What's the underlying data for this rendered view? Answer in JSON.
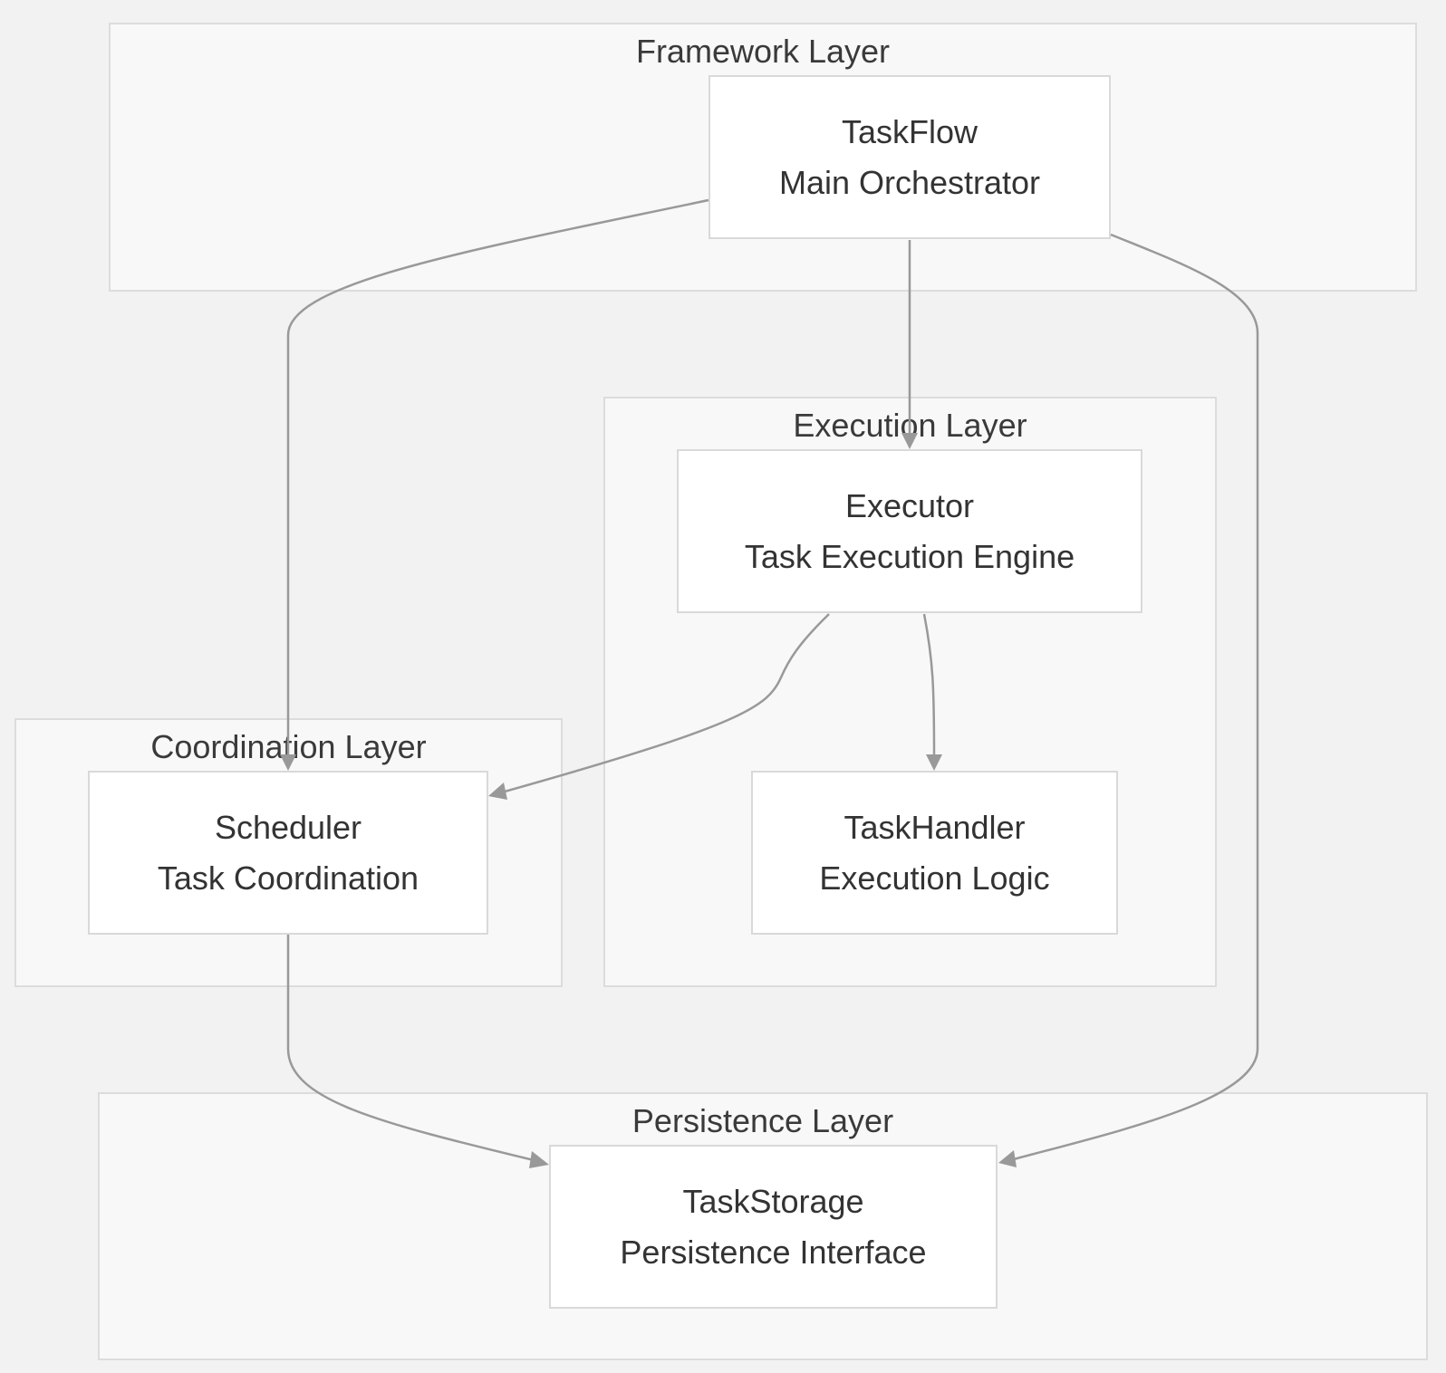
{
  "groups": {
    "framework": {
      "title": "Framework Layer"
    },
    "execution": {
      "title": "Execution Layer"
    },
    "coordination": {
      "title": "Coordination Layer"
    },
    "persistence": {
      "title": "Persistence Layer"
    }
  },
  "nodes": {
    "taskflow": {
      "name": "TaskFlow",
      "description": "Main Orchestrator"
    },
    "executor": {
      "name": "Executor",
      "description": "Task Execution Engine"
    },
    "taskhandler": {
      "name": "TaskHandler",
      "description": "Execution Logic"
    },
    "scheduler": {
      "name": "Scheduler",
      "description": "Task Coordination"
    },
    "taskstorage": {
      "name": "TaskStorage",
      "description": "Persistence Interface"
    }
  },
  "edges": [
    {
      "from": "TaskFlow",
      "to": "Executor"
    },
    {
      "from": "TaskFlow",
      "to": "Scheduler"
    },
    {
      "from": "TaskFlow",
      "to": "TaskStorage"
    },
    {
      "from": "Executor",
      "to": "TaskHandler"
    },
    {
      "from": "Executor",
      "to": "Scheduler"
    },
    {
      "from": "Scheduler",
      "to": "TaskStorage"
    }
  ],
  "colors": {
    "background": "#f2f2f2",
    "group_fill": "#f8f8f8",
    "group_border": "#dcdcdc",
    "node_fill": "#ffffff",
    "node_border": "#d9d9d9",
    "edge": "#999999",
    "text": "#333333"
  }
}
